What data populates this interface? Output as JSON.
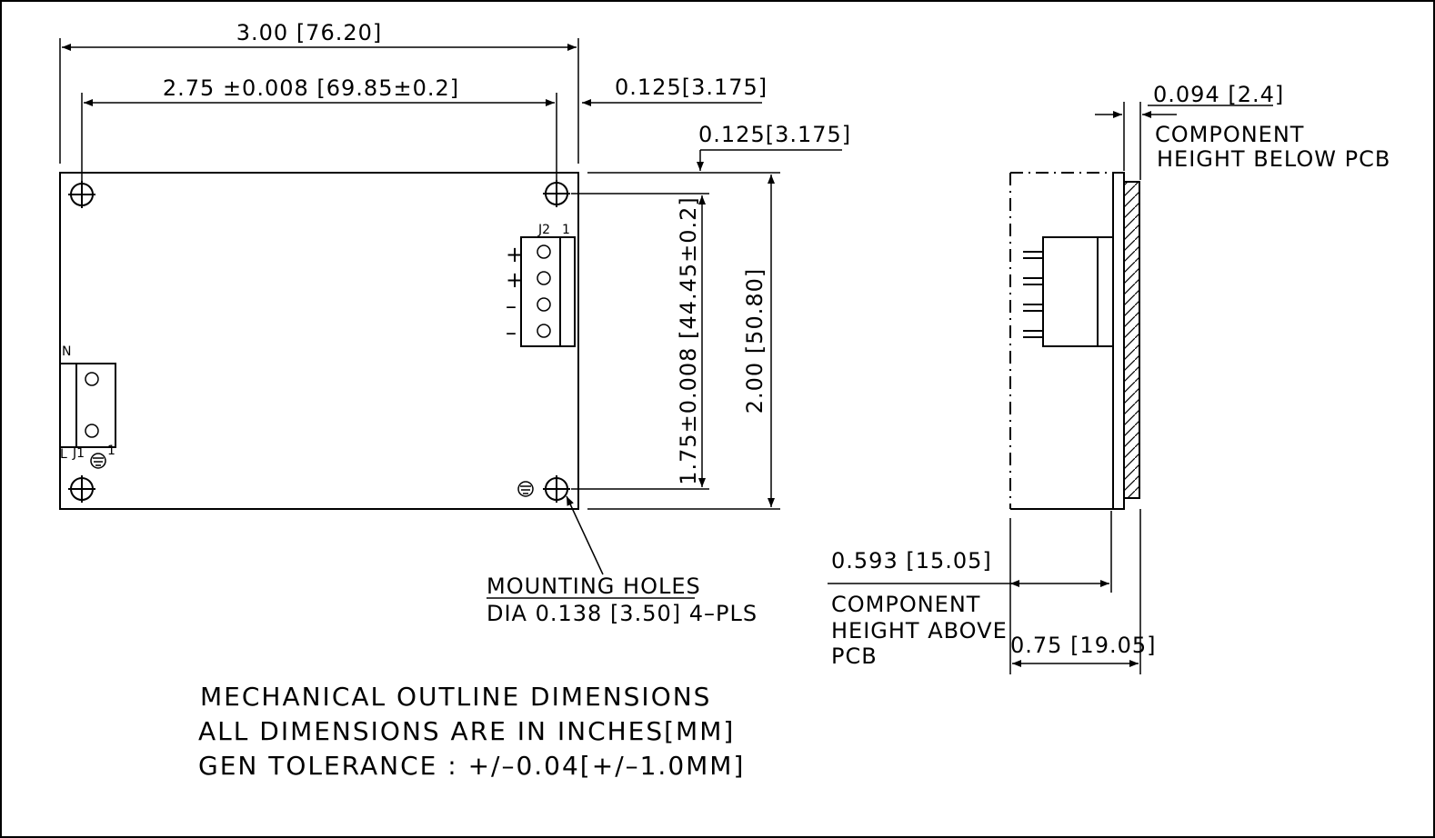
{
  "dimensions": {
    "overall_width": "3.00 [76.20]",
    "hole_spacing_x": "2.75 ±0.008 [69.85±0.2]",
    "hole_offset_right": "0.125[3.175]",
    "hole_offset_top": "0.125[3.175]",
    "hole_spacing_y": "1.75±0.008 [44.45±0.2]",
    "overall_height": "2.00 [50.80]",
    "below_pcb_value": "0.094 [2.4]",
    "above_pcb_value": "0.593 [15.05]",
    "total_thickness": "0.75 [19.05]"
  },
  "callouts": {
    "below_pcb_line1": "COMPONENT",
    "below_pcb_line2": "HEIGHT BELOW PCB",
    "above_pcb_line1": "COMPONENT",
    "above_pcb_line2": "HEIGHT ABOVE",
    "above_pcb_line3": "PCB",
    "mounting_holes_line1": "MOUNTING HOLES",
    "mounting_holes_line2": "DIA 0.138 [3.50] 4–PLS"
  },
  "connectors": {
    "j2_label": "J2",
    "j2_pin1": "1",
    "j2_pins": [
      "+",
      "+",
      "–",
      "–"
    ],
    "j1_label": "J1",
    "j1_pin1": "1",
    "j1_n": "N",
    "j1_l": "L"
  },
  "notes": {
    "line1": "MECHANICAL OUTLINE DIMENSIONS",
    "line2": "ALL DIMENSIONS ARE IN INCHES[MM]",
    "line3": "GEN TOLERANCE : +/–0.04[+/–1.0MM]"
  }
}
